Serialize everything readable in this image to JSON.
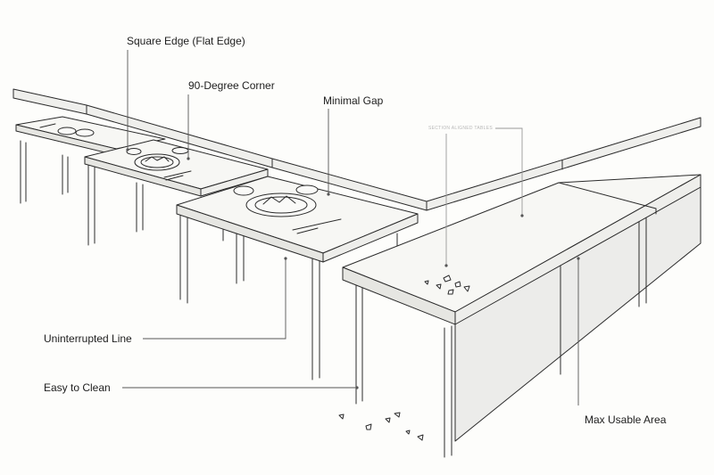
{
  "labels": {
    "square_edge": "Square Edge (Flat Edge)",
    "corner": "90-Degree Corner",
    "gap": "Minimal Gap",
    "line": "Uninterrupted Line",
    "clean": "Easy to Clean",
    "area": "Max Usable Area",
    "faint_note": "SECTION ALIGNED TABLES"
  },
  "colors": {
    "line": "#2b2b2b",
    "leader": "#555555",
    "top": "#f7f7f4",
    "edge": "#e6e6e2",
    "panel": "#ececea"
  }
}
